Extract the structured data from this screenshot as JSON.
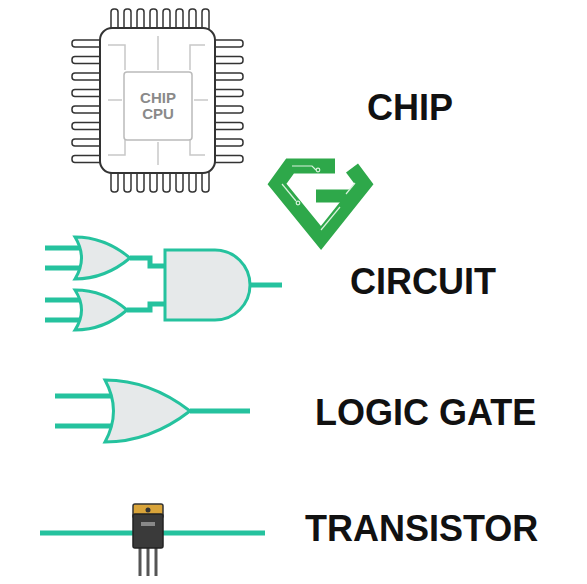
{
  "diagram": {
    "labels": [
      "CHIP CPU",
      "CHIP",
      "CIRCUIT",
      "LOGIC GATE",
      "TRANSISTOR"
    ]
  }
}
